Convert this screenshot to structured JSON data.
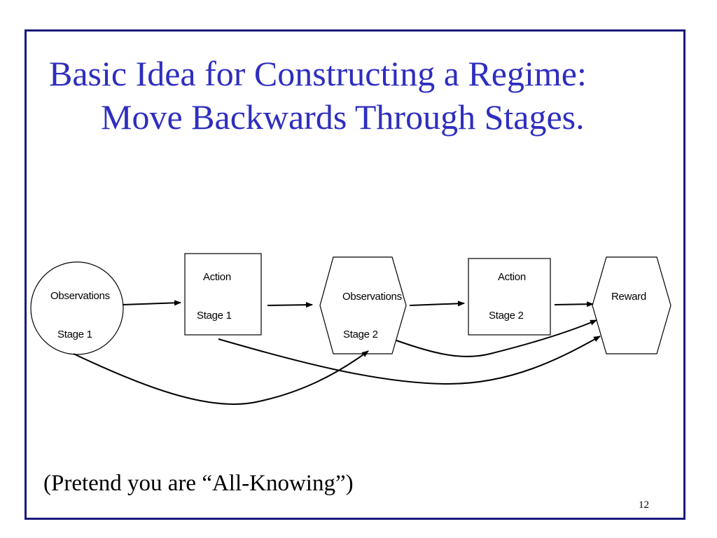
{
  "slide": {
    "title_line1": "Basic Idea for Constructing a Regime:",
    "title_line2": "Move Backwards Through Stages.",
    "footer_note": "(Pretend you are “All-Knowing”)",
    "page_number": "12",
    "title_color": "#2e2ebf",
    "frame_color": "#1a1a7a"
  },
  "diagram": {
    "nodes": [
      {
        "id": "obs1",
        "shape": "circle",
        "line1": "Observations",
        "line2": "Stage 1"
      },
      {
        "id": "act1",
        "shape": "rectangle",
        "line1": "Action",
        "line2": "Stage 1"
      },
      {
        "id": "obs2",
        "shape": "hexagon",
        "line1": "Observations",
        "line2": "Stage  2"
      },
      {
        "id": "act2",
        "shape": "rectangle",
        "line1": "Action",
        "line2": "Stage 2"
      },
      {
        "id": "reward",
        "shape": "hexagon",
        "line1": "Reward"
      }
    ],
    "edges": [
      {
        "from": "obs1",
        "to": "act1"
      },
      {
        "from": "act1",
        "to": "obs2"
      },
      {
        "from": "obs2",
        "to": "act2"
      },
      {
        "from": "act2",
        "to": "reward"
      },
      {
        "from": "obs1",
        "to": "obs2"
      },
      {
        "from": "act1",
        "to": "reward"
      },
      {
        "from": "obs2",
        "to": "reward"
      }
    ]
  }
}
